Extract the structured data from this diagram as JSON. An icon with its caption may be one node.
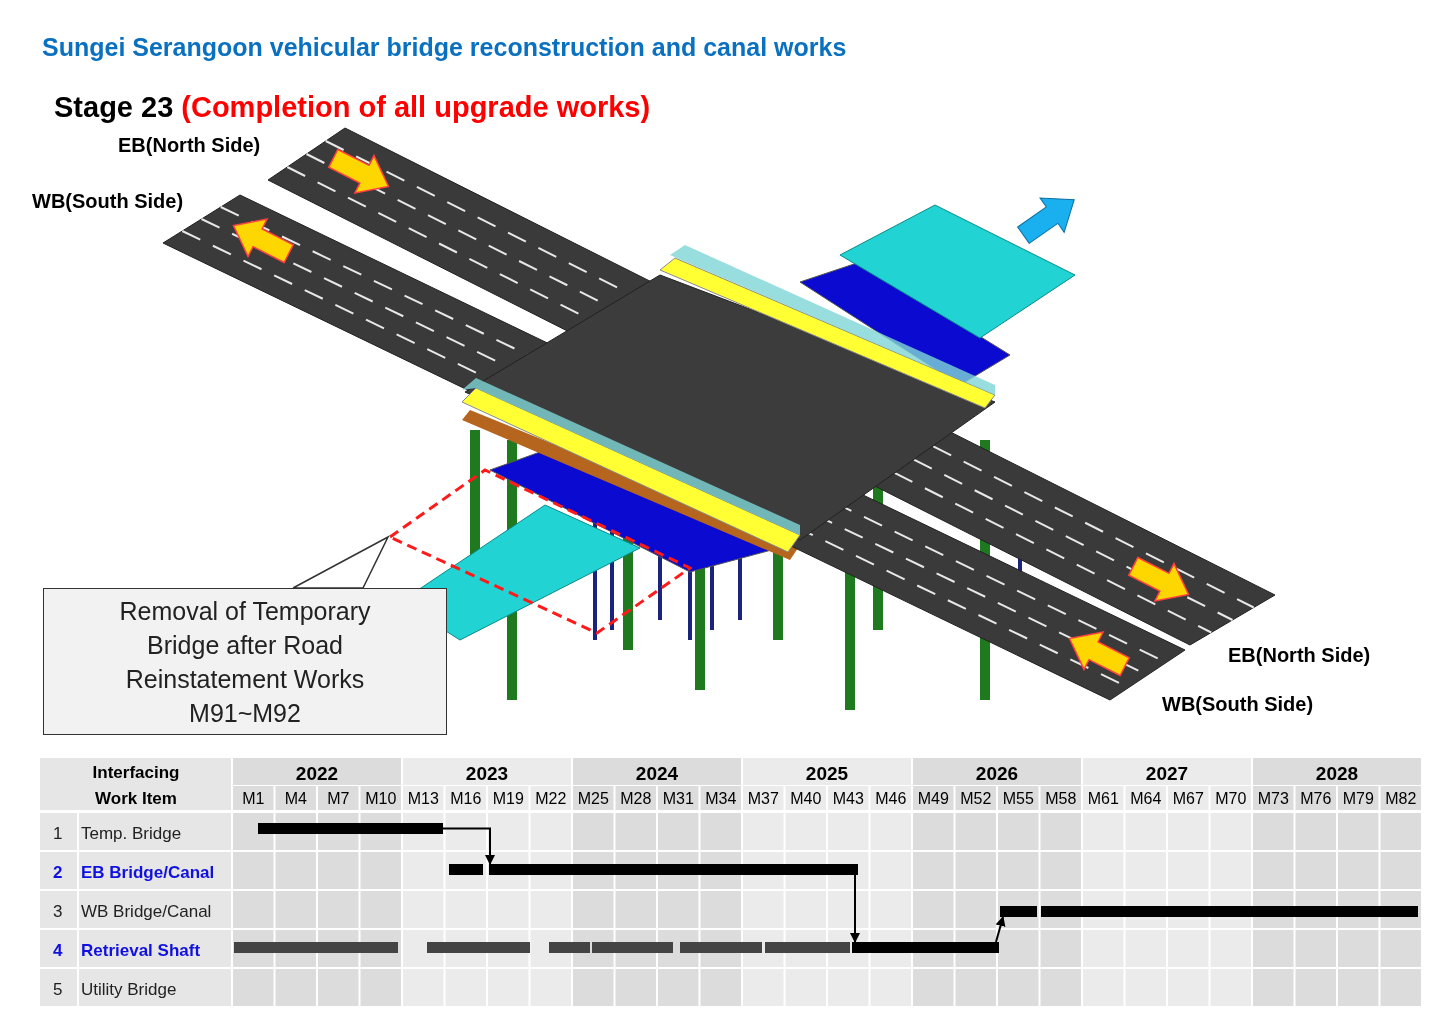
{
  "diagram": {
    "title": "Sungei Serangoon vehicular bridge reconstruction and canal works",
    "nodes": [
      {
        "text": [
          "Removal of Temporary Bridge after Road Reinstatement Works M91~M92"
        ]
      },
      {
        "text": [],
        "shape": "box"
      },
      {
        "text": [],
        "shape": "bar"
      },
      {
        "text": [],
        "shape": "bar"
      },
      {
        "text": [],
        "shape": "bar"
      },
      {
        "text": [],
        "shape": "bar"
      }
    ],
    "edges": [
      {
        "from": 0,
        "to": 1,
        "arrow": "none"
      },
      {
        "from": 2,
        "to": 3,
        "arrow": "to"
      },
      {
        "from": 3,
        "to": 4,
        "arrow": "to"
      },
      {
        "from": 4,
        "to": 5,
        "arrow": "to"
      }
    ],
    "labels": [
      "Stage 23",
      "(Completion of all upgrade works)",
      "EB(North Side)",
      "WB(South Side)",
      "EB(North Side)",
      "WB(South Side)",
      "Interfacing Work Item",
      "2022",
      "2023",
      "2024",
      "2025",
      "2026",
      "2027",
      "2028",
      "M1",
      "M4",
      "M7",
      "M10",
      "M13",
      "M16",
      "M19",
      "M22",
      "M25",
      "M28",
      "M31",
      "M34",
      "M37",
      "M40",
      "M43",
      "M46",
      "M49",
      "M52",
      "M55",
      "M58",
      "M61",
      "M64",
      "M67",
      "M70",
      "M73",
      "M76",
      "M79",
      "M82",
      "1",
      "Temp. Bridge",
      "2",
      "EB Bridge/Canal",
      "3",
      "WB Bridge/Canal",
      "4",
      "Retrieval Shaft",
      "5",
      "Utility Bridge"
    ]
  }
}
